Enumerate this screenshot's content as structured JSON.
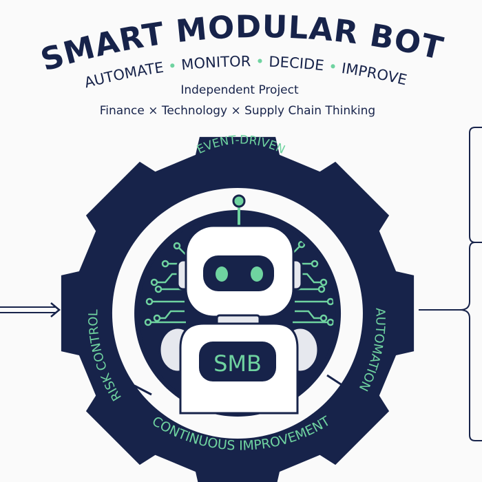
{
  "header": {
    "title": "SMART MODULAR BOT",
    "tagline_words": [
      "AUTOMATE",
      "MONITOR",
      "DECIDE",
      "IMPROVE"
    ],
    "project_label": "Independent Project",
    "disciplines": "Finance × Technology × Supply Chain Thinking"
  },
  "gear": {
    "label_top": "EVENT-DRIVEN",
    "label_left": "RISK CONTROL",
    "label_right": "AUTOMATION",
    "label_bottom": "CONTINUOUS IMPROVEMENT"
  },
  "robot": {
    "chest_label": "SMB"
  },
  "colors": {
    "navy": "#17234a",
    "mint": "#6fd3a0",
    "background": "#fafafa",
    "light_gray": "#e6e8ee"
  }
}
